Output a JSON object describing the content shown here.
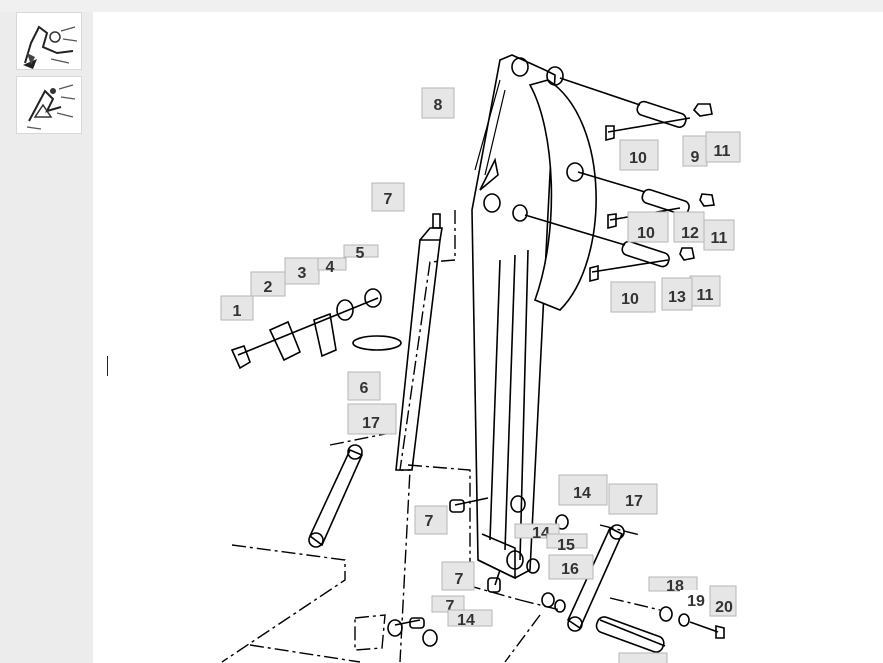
{
  "thumbnails": [
    {
      "name": "thumbnail-page-1",
      "icon": "backhoe-assembly-icon"
    },
    {
      "name": "thumbnail-page-2",
      "icon": "boom-assembly-icon"
    }
  ],
  "callouts": {
    "c1": "1",
    "c2": "2",
    "c3": "3",
    "c4": "4",
    "c5": "5",
    "c6": "6",
    "c7a": "7",
    "c7b": "7",
    "c7c": "7",
    "c7d": "7",
    "c8": "8",
    "c9": "9",
    "c10a": "10",
    "c10b": "10",
    "c10c": "10",
    "c11a": "11",
    "c11b": "11",
    "c11c": "11",
    "c12": "12",
    "c13": "13",
    "c14a": "14",
    "c14b": "14",
    "c14c": "14",
    "c15": "15",
    "c16": "16",
    "c17a": "17",
    "c17b": "17",
    "c18": "18",
    "c19": "19",
    "c20": "20"
  },
  "colors": {
    "callout_fill": "#e6e6e6",
    "callout_border": "#b5b5b5",
    "line": "#000000"
  }
}
